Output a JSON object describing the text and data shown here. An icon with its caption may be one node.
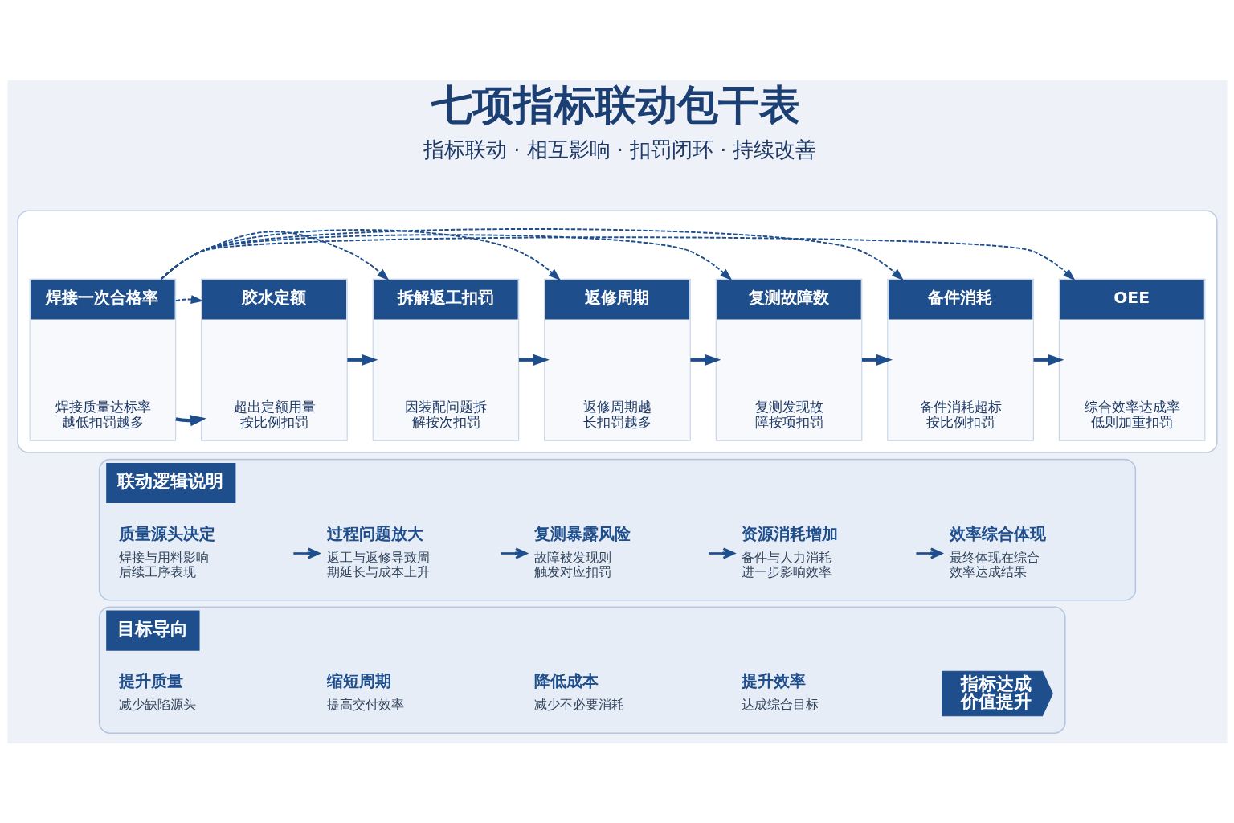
{
  "diagram": {
    "title": "七项指标联动包干表",
    "nodes": [
      {
        "text": [],
        "shape": "box"
      },
      {
        "text": [
          "焊接一次合格率",
          "焊接质量达标率越低扣罚越多"
        ],
        "in": 0
      },
      {
        "text": [
          "胶水定额",
          "超出定额用量按比例扣罚"
        ],
        "in": 0
      },
      {
        "text": [
          "拆解返工扣罚",
          "因装配问题拆解按次扣罚"
        ],
        "in": 0
      },
      {
        "text": [
          "返修周期",
          "返修周期越长扣罚越多"
        ],
        "in": 0
      },
      {
        "text": [
          "复测故障数",
          "复测发现故障按项扣罚"
        ],
        "in": 0
      },
      {
        "text": [
          "备件消耗",
          "备件消耗超标按比例扣罚"
        ],
        "in": 0
      },
      {
        "text": [
          "OEE",
          "综合效率达成率低则加重扣罚"
        ],
        "in": 0
      },
      {
        "text": [
          "联动逻辑说明"
        ]
      },
      {
        "text": [
          "质量源头决定",
          "焊接与用料影响后续工序表现"
        ],
        "in": 8
      },
      {
        "text": [
          "过程问题放大",
          "返工与返修导致周期延长与成本上升"
        ],
        "in": 8
      },
      {
        "text": [
          "复测暴露风险",
          "故障被发现则触发对应扣罚"
        ],
        "in": 8
      },
      {
        "text": [
          "资源消耗增加",
          "备件与人力消耗进一步影响效率"
        ],
        "in": 8
      },
      {
        "text": [
          "效率综合体现",
          "最终体现在综合效率达成结果"
        ],
        "in": 8
      },
      {
        "text": [
          "目标导向"
        ]
      },
      {
        "text": [
          "提升质量",
          "减少缺陷源头"
        ],
        "in": 14
      },
      {
        "text": [
          "缩短周期",
          "提高交付效率"
        ],
        "in": 14
      },
      {
        "text": [
          "降低成本",
          "减少不必要消耗"
        ],
        "in": 14
      },
      {
        "text": [
          "提升效率",
          "达成综合目标"
        ],
        "in": 14
      },
      {
        "text": [
          "指标达成价值提升"
        ],
        "in": 14
      }
    ],
    "edges": [
      {
        "from": 1,
        "to": 2,
        "arrow": "to"
      },
      {
        "from": 2,
        "to": 3,
        "arrow": "to"
      },
      {
        "from": 3,
        "to": 4,
        "arrow": "to"
      },
      {
        "from": 4,
        "to": 5,
        "arrow": "to"
      },
      {
        "from": 5,
        "to": 6,
        "arrow": "to"
      },
      {
        "from": 6,
        "to": 7,
        "arrow": "to"
      },
      {
        "from": 1,
        "to": 2,
        "arrow": "to",
        "style": "dashed"
      },
      {
        "from": 1,
        "to": 3,
        "arrow": "to",
        "style": "dashed"
      },
      {
        "from": 1,
        "to": 4,
        "arrow": "to",
        "style": "dashed"
      },
      {
        "from": 1,
        "to": 5,
        "arrow": "to",
        "style": "dashed"
      },
      {
        "from": 1,
        "to": 6,
        "arrow": "to",
        "style": "dashed"
      },
      {
        "from": 1,
        "to": 7,
        "arrow": "to",
        "style": "dashed"
      },
      {
        "from": 9,
        "to": 10,
        "arrow": "to"
      },
      {
        "from": 10,
        "to": 11,
        "arrow": "to"
      },
      {
        "from": 11,
        "to": 12,
        "arrow": "to"
      },
      {
        "from": 12,
        "to": 13,
        "arrow": "to"
      }
    ],
    "labels": [
      "指标联动 · 相互影响 · 扣罚闭环 · 持续改善"
    ]
  }
}
